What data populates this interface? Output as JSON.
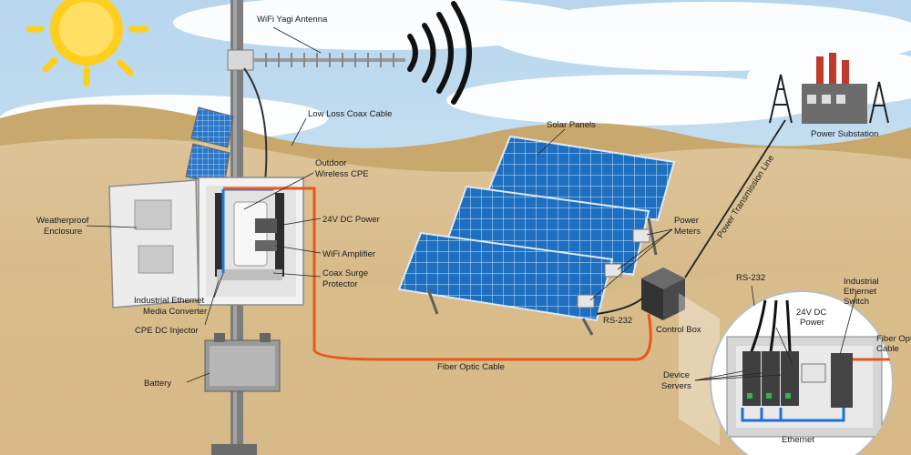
{
  "labels": {
    "wifi_yagi_antenna": "WiFi Yagi Antenna",
    "low_loss_coax_cable": "Low Loss Coax Cable",
    "outdoor_wireless_cpe_line1": "Outdoor",
    "outdoor_wireless_cpe_line2": "Wireless CPE",
    "weatherproof_enclosure_line1": "Weatherproof",
    "weatherproof_enclosure_line2": "Enclosure",
    "dc_power_24v": "24V DC Power",
    "wifi_amplifier": "WiFi Amplifier",
    "coax_surge_protector_line1": "Coax Surge",
    "coax_surge_protector_line2": "Protector",
    "industrial_ethernet_media_converter_line1": "Industrial Ethernet",
    "industrial_ethernet_media_converter_line2": "Media Converter",
    "cpe_dc_injector": "CPE DC Injector",
    "battery": "Battery",
    "solar_panels": "Solar Panels",
    "power_meters_line1": "Power",
    "power_meters_line2": "Meters",
    "rs232_bottom": "RS-232",
    "control_box": "Control Box",
    "fiber_optic_cable": "Fiber Optic Cable",
    "power_transmission_line": "Power Transmission Line",
    "power_substation": "Power Substation",
    "rs232_inset": "RS-232",
    "industrial_ethernet_switch_line1": "Industrial",
    "industrial_ethernet_switch_line2": "Ethernet",
    "industrial_ethernet_switch_line3": "Switch",
    "inset_24v_dc_power_line1": "24V DC",
    "inset_24v_dc_power_line2": "Power",
    "fiber_optic_cable_inset_line1": "Fiber Opt",
    "fiber_optic_cable_inset_line2": "Cable",
    "device_servers_line1": "Device",
    "device_servers_line2": "Servers",
    "ethernet": "Ethernet"
  },
  "colors": {
    "sky": "#cfe3f2",
    "ground": "#d9bf8f",
    "fiber": "#e8581c",
    "panel": "#1f6fc0",
    "pole": "#7d7d7d"
  }
}
